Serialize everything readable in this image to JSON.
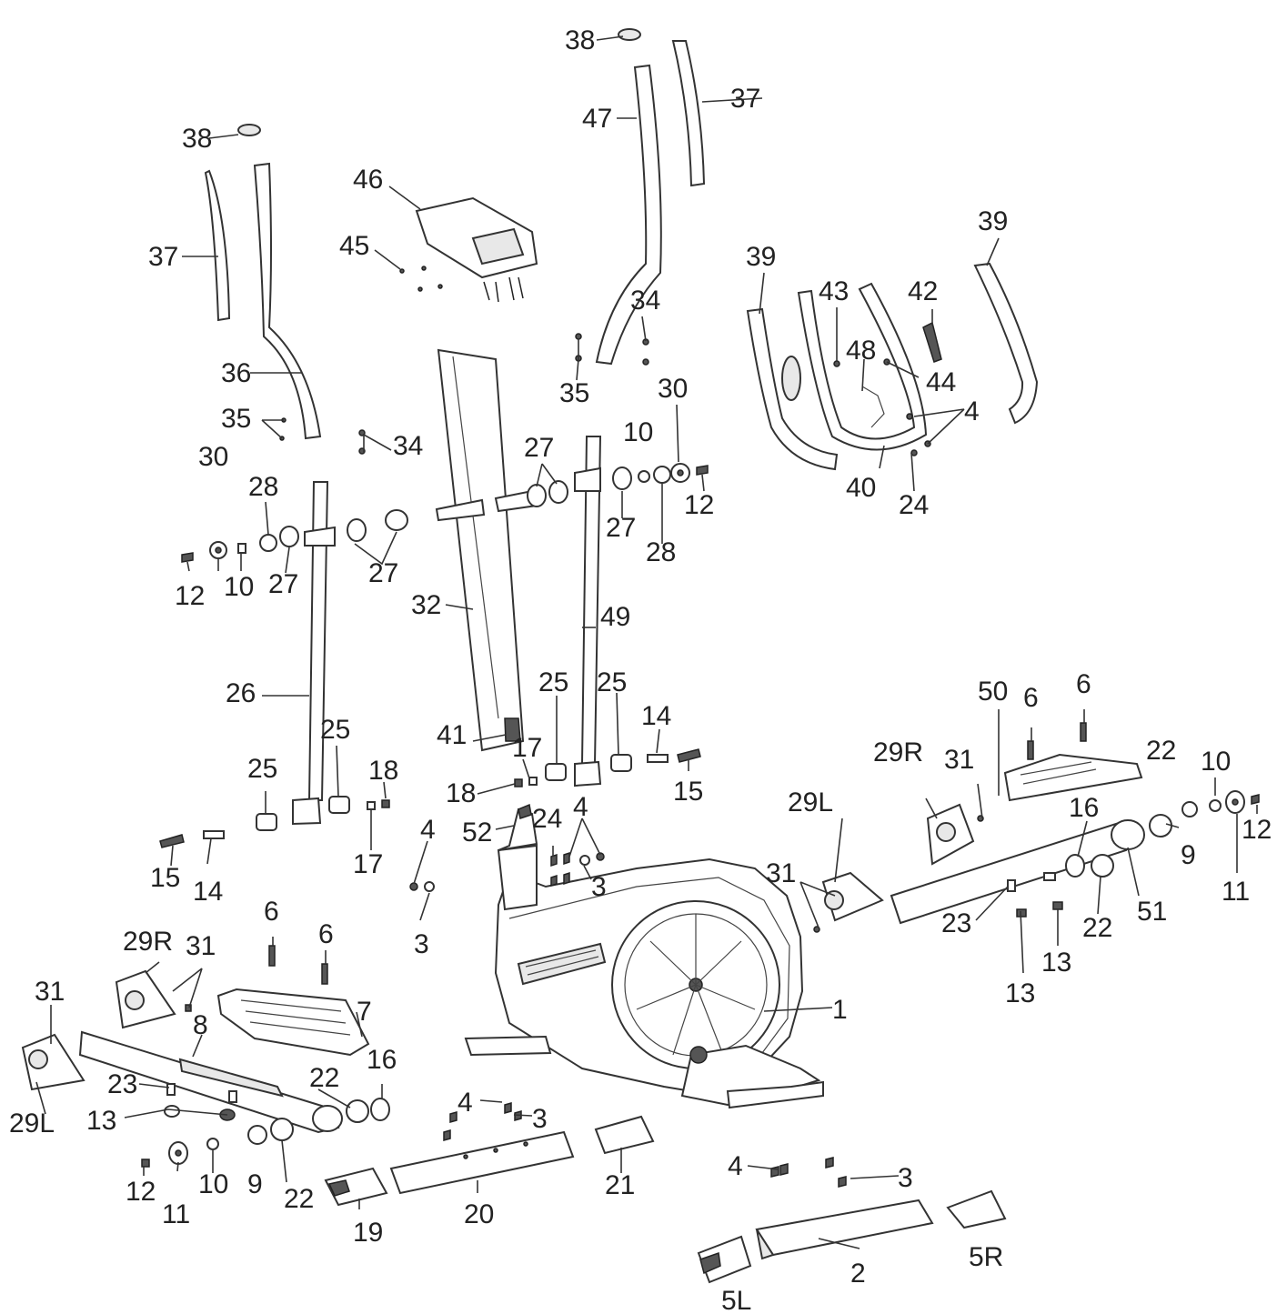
{
  "labels": [
    {
      "id": "l1",
      "text": "1"
    },
    {
      "id": "l2",
      "text": "2"
    },
    {
      "id": "l3a",
      "text": "3"
    },
    {
      "id": "l3b",
      "text": "3"
    },
    {
      "id": "l3c",
      "text": "3"
    },
    {
      "id": "l3d",
      "text": "3"
    },
    {
      "id": "l4a",
      "text": "4"
    },
    {
      "id": "l4b",
      "text": "4"
    },
    {
      "id": "l4c",
      "text": "4"
    },
    {
      "id": "l4d",
      "text": "4"
    },
    {
      "id": "l4e",
      "text": "4"
    },
    {
      "id": "l5L",
      "text": "5L"
    },
    {
      "id": "l5R",
      "text": "5R"
    },
    {
      "id": "l6a",
      "text": "6"
    },
    {
      "id": "l6b",
      "text": "6"
    },
    {
      "id": "l6c",
      "text": "6"
    },
    {
      "id": "l6d",
      "text": "6"
    },
    {
      "id": "l7",
      "text": "7"
    },
    {
      "id": "l8",
      "text": "8"
    },
    {
      "id": "l9a",
      "text": "9"
    },
    {
      "id": "l9b",
      "text": "9"
    },
    {
      "id": "l10a",
      "text": "10"
    },
    {
      "id": "l10b",
      "text": "10"
    },
    {
      "id": "l10c",
      "text": "10"
    },
    {
      "id": "l10d",
      "text": "10"
    },
    {
      "id": "l11a",
      "text": "11"
    },
    {
      "id": "l11b",
      "text": "11"
    },
    {
      "id": "l12a",
      "text": "12"
    },
    {
      "id": "l12b",
      "text": "12"
    },
    {
      "id": "l12c",
      "text": "12"
    },
    {
      "id": "l12d",
      "text": "12"
    },
    {
      "id": "l13a",
      "text": "13"
    },
    {
      "id": "l13b",
      "text": "13"
    },
    {
      "id": "l13c",
      "text": "13"
    },
    {
      "id": "l14a",
      "text": "14"
    },
    {
      "id": "l14b",
      "text": "14"
    },
    {
      "id": "l15a",
      "text": "15"
    },
    {
      "id": "l15b",
      "text": "15"
    },
    {
      "id": "l16a",
      "text": "16"
    },
    {
      "id": "l16b",
      "text": "16"
    },
    {
      "id": "l17a",
      "text": "17"
    },
    {
      "id": "l17b",
      "text": "17"
    },
    {
      "id": "l18a",
      "text": "18"
    },
    {
      "id": "l18b",
      "text": "18"
    },
    {
      "id": "l19",
      "text": "19"
    },
    {
      "id": "l20",
      "text": "20"
    },
    {
      "id": "l21",
      "text": "21"
    },
    {
      "id": "l22a",
      "text": "22"
    },
    {
      "id": "l22b",
      "text": "22"
    },
    {
      "id": "l22c",
      "text": "22"
    },
    {
      "id": "l23a",
      "text": "23"
    },
    {
      "id": "l23b",
      "text": "23"
    },
    {
      "id": "l24a",
      "text": "24"
    },
    {
      "id": "l24b",
      "text": "24"
    },
    {
      "id": "l25a",
      "text": "25"
    },
    {
      "id": "l25b",
      "text": "25"
    },
    {
      "id": "l25c",
      "text": "25"
    },
    {
      "id": "l25d",
      "text": "25"
    },
    {
      "id": "l26",
      "text": "26"
    },
    {
      "id": "l27a",
      "text": "27"
    },
    {
      "id": "l27b",
      "text": "27"
    },
    {
      "id": "l27c",
      "text": "27"
    },
    {
      "id": "l27d",
      "text": "27"
    },
    {
      "id": "l28a",
      "text": "28"
    },
    {
      "id": "l28b",
      "text": "28"
    },
    {
      "id": "l29La",
      "text": "29L"
    },
    {
      "id": "l29Lb",
      "text": "29L"
    },
    {
      "id": "l29Ra",
      "text": "29R"
    },
    {
      "id": "l29Rb",
      "text": "29R"
    },
    {
      "id": "l30a",
      "text": "30"
    },
    {
      "id": "l30b",
      "text": "30"
    },
    {
      "id": "l31a",
      "text": "31"
    },
    {
      "id": "l31b",
      "text": "31"
    },
    {
      "id": "l31c",
      "text": "31"
    },
    {
      "id": "l31d",
      "text": "31"
    },
    {
      "id": "l32",
      "text": "32"
    },
    {
      "id": "l34a",
      "text": "34"
    },
    {
      "id": "l34b",
      "text": "34"
    },
    {
      "id": "l35a",
      "text": "35"
    },
    {
      "id": "l35b",
      "text": "35"
    },
    {
      "id": "l36",
      "text": "36"
    },
    {
      "id": "l37a",
      "text": "37"
    },
    {
      "id": "l37b",
      "text": "37"
    },
    {
      "id": "l38a",
      "text": "38"
    },
    {
      "id": "l38b",
      "text": "38"
    },
    {
      "id": "l39a",
      "text": "39"
    },
    {
      "id": "l39b",
      "text": "39"
    },
    {
      "id": "l40",
      "text": "40"
    },
    {
      "id": "l41",
      "text": "41"
    },
    {
      "id": "l42",
      "text": "42"
    },
    {
      "id": "l43",
      "text": "43"
    },
    {
      "id": "l44",
      "text": "44"
    },
    {
      "id": "l45",
      "text": "45"
    },
    {
      "id": "l46",
      "text": "46"
    },
    {
      "id": "l47",
      "text": "47"
    },
    {
      "id": "l48",
      "text": "48"
    },
    {
      "id": "l49",
      "text": "49"
    },
    {
      "id": "l50",
      "text": "50"
    },
    {
      "id": "l51",
      "text": "51"
    },
    {
      "id": "l52",
      "text": "52"
    }
  ]
}
